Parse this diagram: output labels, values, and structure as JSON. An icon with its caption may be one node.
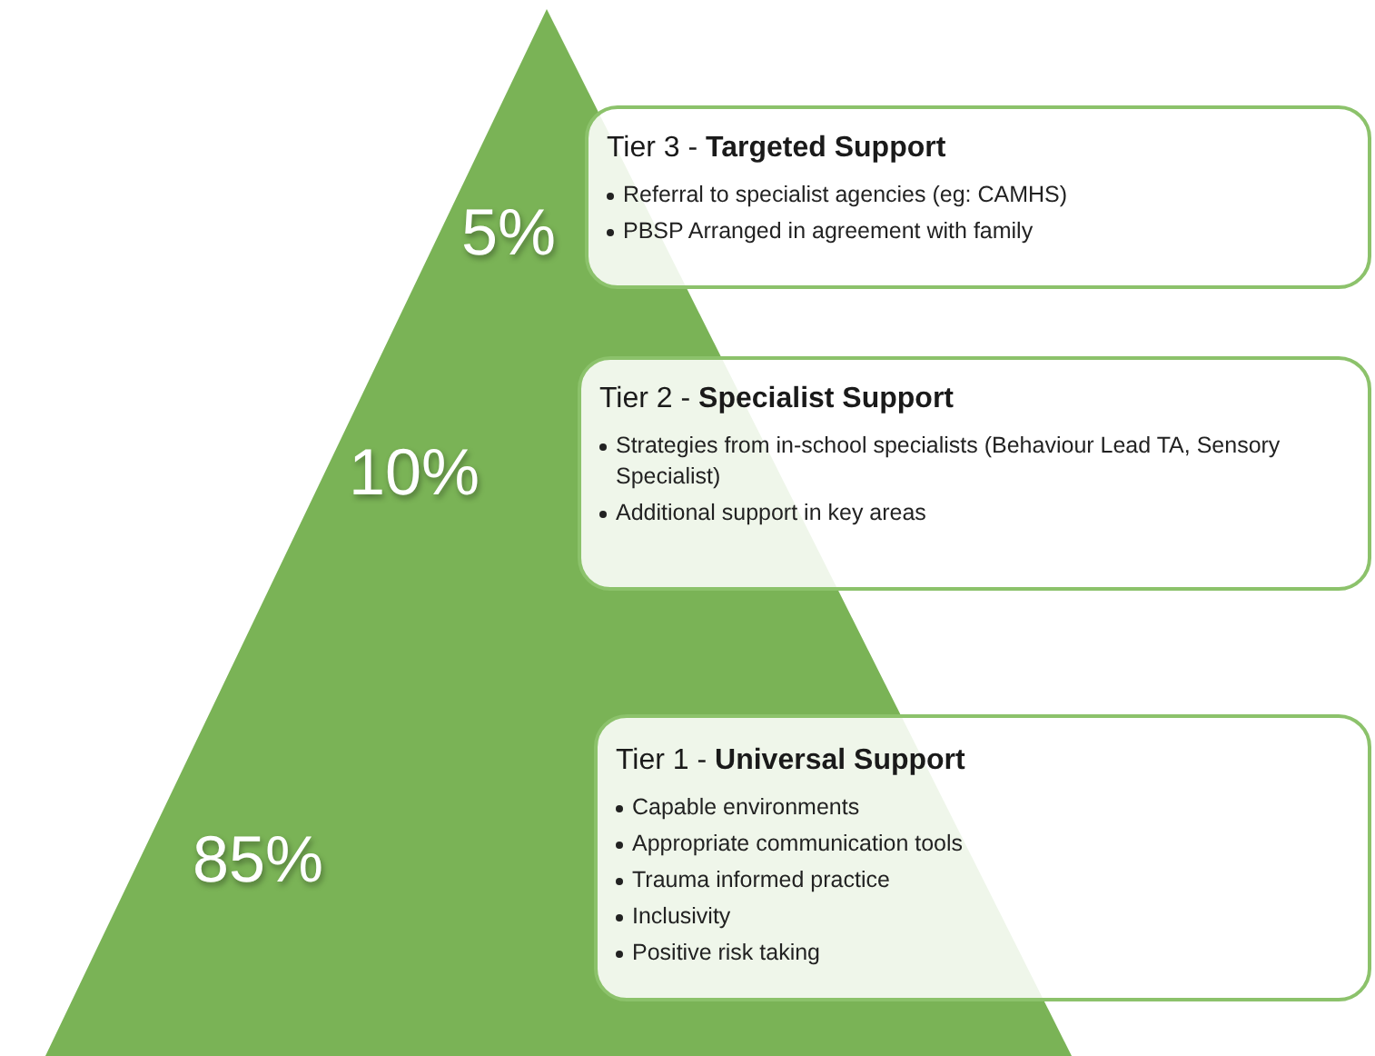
{
  "diagram": {
    "nodes": [
      {
        "text": [
          "5%",
          "10%",
          "85%"
        ]
      },
      {
        "text": [
          "Tier 3 - **Targeted Support**",
          "Referral to specialist agencies (eg: CAMHS)",
          "PBSP Arranged in agreement with family"
        ]
      },
      {
        "text": [
          "Tier 2 - **Specialist Support**",
          "Strategies from in-school specialists (Behaviour Lead TA, Sensory Specialist)",
          "Additional support in key areas"
        ]
      },
      {
        "text": [
          "Tier 1 - **Universal Support**",
          "Capable environments",
          "Appropriate communication tools",
          "Trauma informed practice",
          "Inclusivity",
          "Positive risk taking"
        ]
      }
    ]
  }
}
